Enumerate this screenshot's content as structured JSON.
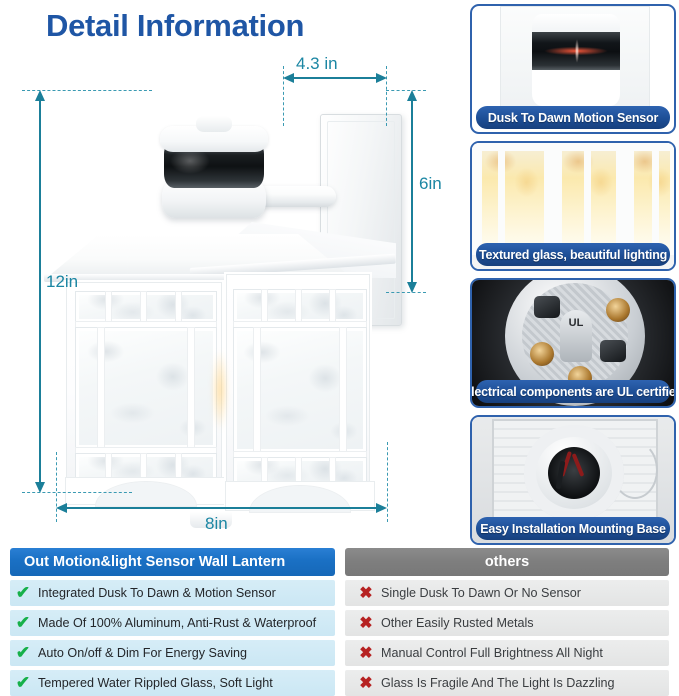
{
  "title": "Detail Information",
  "dimensions": {
    "depth": "4.3 in",
    "height_back": "6in",
    "height_total": "12in",
    "width": "8in"
  },
  "colors": {
    "title_blue": "#1f56a5",
    "dimension_teal": "#1b86a3",
    "caption_blue": "#1d4e96",
    "header_blue": "#1a70c4",
    "header_gray": "#7e7e7e",
    "row_blue": "#cbe7f4",
    "row_gray": "#e3e4e4",
    "check_green": "#17b04a",
    "cross_red": "#b62222"
  },
  "panels": [
    {
      "caption": "Dusk To Dawn Motion Sensor",
      "art": "motion-sensor"
    },
    {
      "caption": "Textured glass, beautiful lighting",
      "art": "textured-glass"
    },
    {
      "caption": "Electrical components are UL certified",
      "art": "ul-socket",
      "badge": "UL"
    },
    {
      "caption": "Easy Installation Mounting Base",
      "art": "mounting-base"
    }
  ],
  "comparison": {
    "header_left": "Out Motion&light Sensor Wall Lantern",
    "header_right": "others",
    "check_icon": "✔",
    "cross_icon": "✖",
    "rows": [
      {
        "left": "Integrated Dusk To Dawn & Motion Sensor",
        "right": "Single Dusk To Dawn Or No Sensor"
      },
      {
        "left": "Made Of 100% Aluminum, Anti-Rust & Waterproof",
        "right": "Other Easily Rusted Metals"
      },
      {
        "left": "Auto On/off & Dim For Energy Saving",
        "right": "Manual Control Full Brightness All Night"
      },
      {
        "left": "Tempered Water Rippled Glass, Soft Light",
        "right": "Glass Is Fragile And The Light Is Dazzling"
      }
    ]
  }
}
